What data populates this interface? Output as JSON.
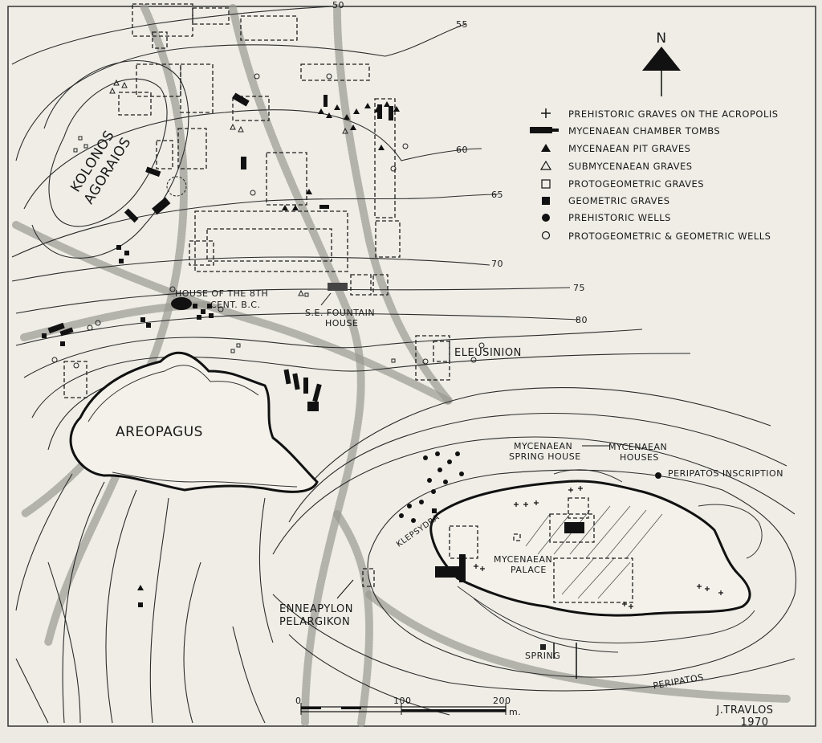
{
  "north_label": "N",
  "legend": [
    {
      "symbol": "plus",
      "text": "PREHISTORIC GRAVES ON THE ACROPOLIS"
    },
    {
      "symbol": "tomb",
      "text": "MYCENAEAN CHAMBER TOMBS"
    },
    {
      "symbol": "triangle-filled",
      "text": "MYCENAEAN PIT GRAVES"
    },
    {
      "symbol": "triangle-open",
      "text": "SUBMYCENAEAN GRAVES"
    },
    {
      "symbol": "square-open",
      "text": "PROTOGEOMETRIC GRAVES"
    },
    {
      "symbol": "square-filled",
      "text": "GEOMETRIC GRAVES"
    },
    {
      "symbol": "circle-filled",
      "text": "PREHISTORIC WELLS"
    },
    {
      "symbol": "circle-open",
      "text": "PROTOGEOMETRIC & GEOMETRIC WELLS"
    }
  ],
  "contours": {
    "c50": "50",
    "c55": "55",
    "c60": "60",
    "c65": "65",
    "c70": "70",
    "c75": "75",
    "c80": "80"
  },
  "places": {
    "kolonos_1": "KOLONOS",
    "kolonos_2": "AGORAIOS",
    "house_8th_1": "HOUSE OF THE 8TH",
    "house_8th_2": "CENT. B.C.",
    "fountain_1": "S.E. FOUNTAIN",
    "fountain_2": "HOUSE",
    "eleusinion": "ELEUSINION",
    "areopagus": "AREOPAGUS",
    "spring_house_1": "MYCENAEAN",
    "spring_house_2": "SPRING HOUSE",
    "houses_1": "MYCENAEAN",
    "houses_2": "HOUSES",
    "peripatos_inscription": "PERIPATOS INSCRIPTION",
    "klepsydra": "KLEPSYDRA",
    "palace_1": "MYCENAEAN",
    "palace_2": "PALACE",
    "enneapylon_1": "ENNEAPYLON",
    "enneapylon_2": "PELARGIKON",
    "spring": "SPRING",
    "peripatos": "PERIPATOS"
  },
  "scale": {
    "zero": "0",
    "mid": "100",
    "max": "200",
    "unit": "m."
  },
  "credit": {
    "author": "J.TRAVLOS",
    "year": "1970"
  }
}
